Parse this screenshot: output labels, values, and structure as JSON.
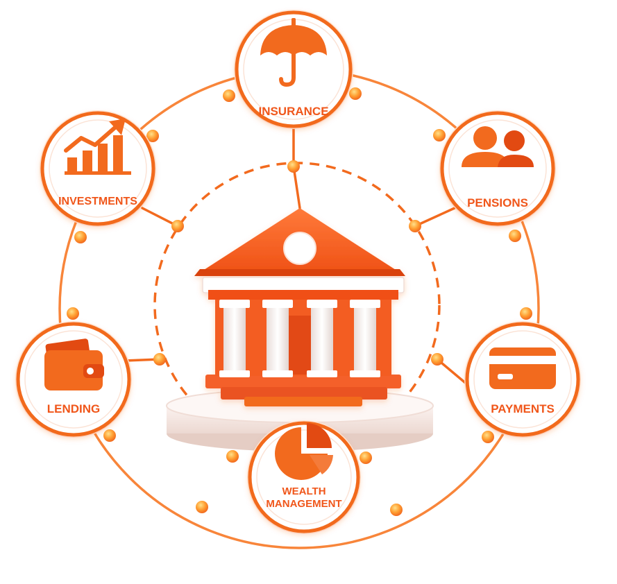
{
  "colors": {
    "accent": "#f26a1e",
    "accent_dark": "#e24a12",
    "accent_light": "#ff9a3c",
    "node_fill": "#ffffff",
    "pedestal": "#f6e9e4"
  },
  "center": {
    "icon": "bank-icon"
  },
  "nodes": [
    {
      "id": "insurance",
      "label_lines": [
        "INSURANCE"
      ],
      "icon": "umbrella-icon"
    },
    {
      "id": "pensions",
      "label_lines": [
        "PENSIONS"
      ],
      "icon": "people-icon"
    },
    {
      "id": "payments",
      "label_lines": [
        "PAYMENTS"
      ],
      "icon": "credit-card-icon"
    },
    {
      "id": "wealth",
      "label_lines": [
        "WEALTH",
        "MANAGEMENT"
      ],
      "icon": "pie-chart-icon"
    },
    {
      "id": "lending",
      "label_lines": [
        "LENDING"
      ],
      "icon": "wallet-icon"
    },
    {
      "id": "investments",
      "label_lines": [
        "INVESTMENTS"
      ],
      "icon": "growth-chart-icon"
    }
  ]
}
